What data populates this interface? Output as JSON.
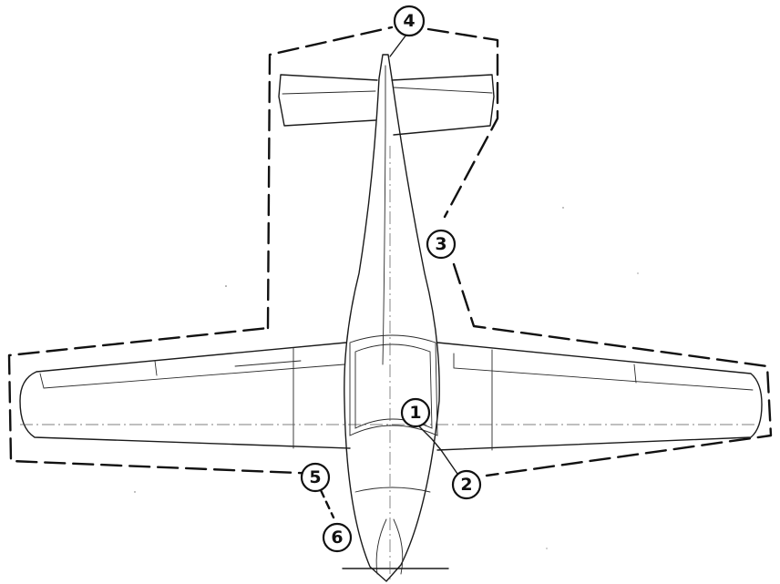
{
  "callouts": [
    {
      "id": "1",
      "label": "1"
    },
    {
      "id": "2",
      "label": "2"
    },
    {
      "id": "3",
      "label": "3"
    },
    {
      "id": "4",
      "label": "4"
    },
    {
      "id": "5",
      "label": "5"
    },
    {
      "id": "6",
      "label": "6"
    }
  ],
  "colors": {
    "ink": "#1a1a1a",
    "paper": "#ffffff"
  }
}
